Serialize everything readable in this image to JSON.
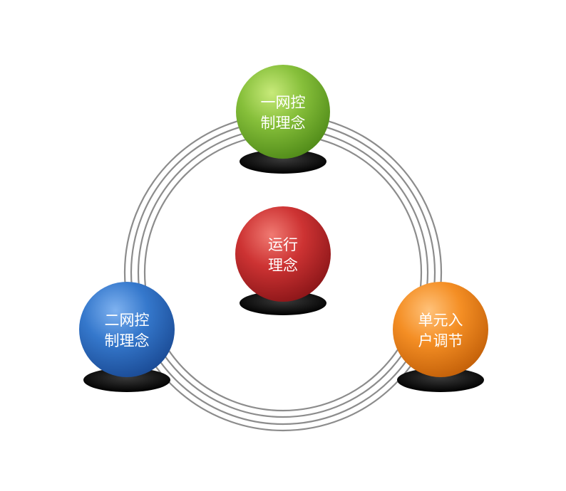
{
  "diagram": {
    "center": {
      "line1": "运行",
      "line2": "理念",
      "color": "#c0262b"
    },
    "top": {
      "line1": "一网控",
      "line2": "制理念",
      "color": "#7fb62e"
    },
    "left": {
      "line1": "二网控",
      "line2": "制理念",
      "color": "#2f6fc4"
    },
    "right": {
      "line1": "单元入",
      "line2": "户调节",
      "color": "#f08a1e"
    }
  }
}
